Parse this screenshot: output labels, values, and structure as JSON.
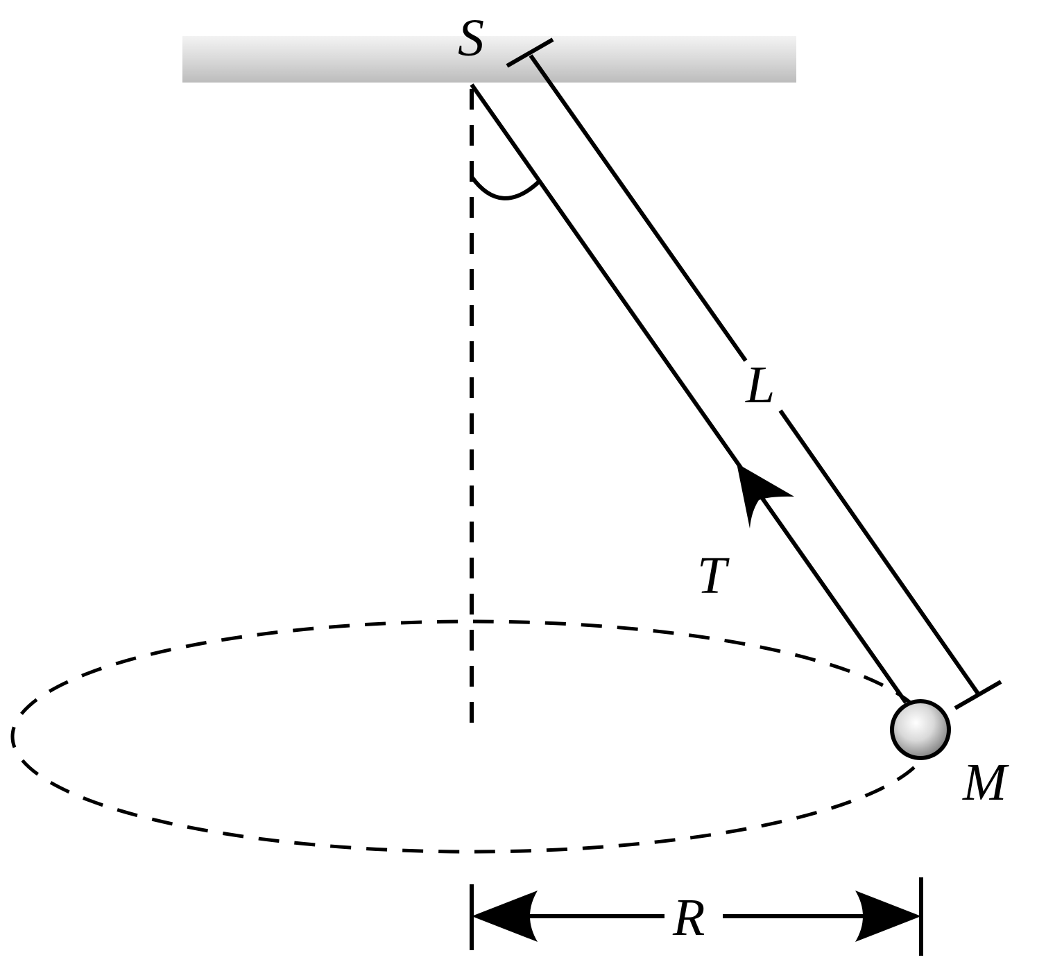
{
  "labels": {
    "support": "S",
    "length": "L",
    "tension": "T",
    "mass": "M",
    "radius": "R"
  },
  "colors": {
    "ink": "#000000",
    "ceiling_light": "#f1f1f1",
    "ceiling_dark": "#bdbdbd",
    "bob_highlight": "#ffffff",
    "bob_shadow": "#6e6e6e"
  }
}
